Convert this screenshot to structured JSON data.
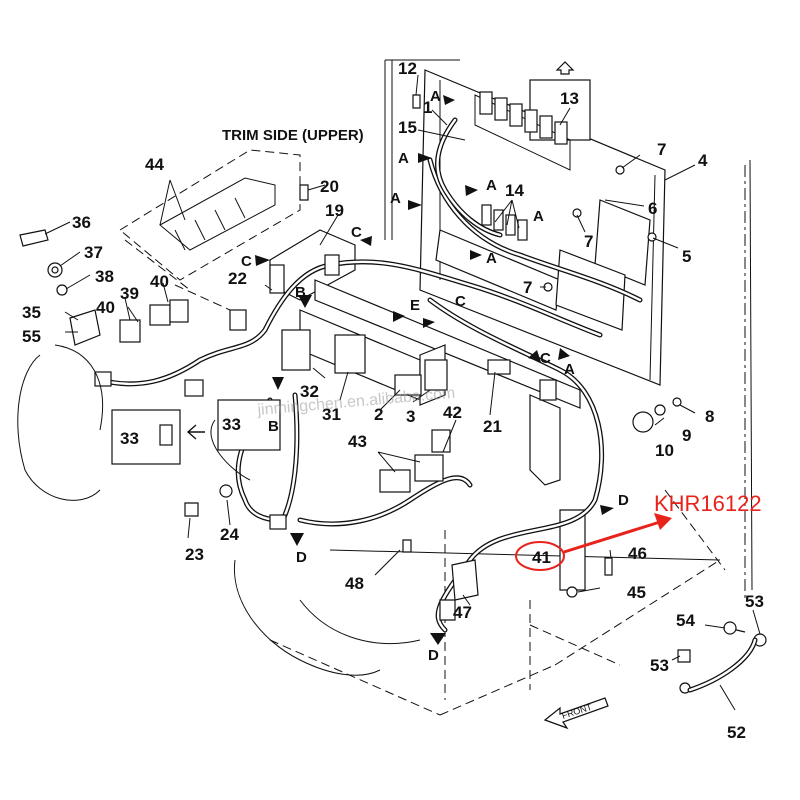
{
  "diagram": {
    "heading": "TRIM SIDE (UPPER)",
    "callouts": {
      "c1": "1",
      "c2": "2",
      "c3": "3",
      "c4": "4",
      "c5": "5",
      "c6": "6",
      "c7a": "7",
      "c7b": "7",
      "c7c": "7",
      "c8": "8",
      "c9": "9",
      "c10": "10",
      "c12": "12",
      "c13": "13",
      "c14": "14",
      "c15": "15",
      "c19": "19",
      "c20": "20",
      "c21": "21",
      "c22": "22",
      "c23": "23",
      "c24": "24",
      "c31": "31",
      "c32": "32",
      "c33a": "33",
      "c33b": "33",
      "c35": "35",
      "c36": "36",
      "c37": "37",
      "c38": "38",
      "c39": "39",
      "c40a": "40",
      "c40b": "40",
      "c41": "41",
      "c42": "42",
      "c43": "43",
      "c44": "44",
      "c45": "45",
      "c46": "46",
      "c47": "47",
      "c48": "48",
      "c52": "52",
      "c53a": "53",
      "c53b": "53",
      "c54": "54",
      "c55": "55"
    },
    "connector_letters": {
      "a1": "A",
      "a2": "A",
      "a3": "A",
      "a4": "A",
      "a5": "A",
      "a6": "A",
      "a7": "A",
      "b1": "B",
      "b2": "B",
      "cc1": "C",
      "cc2": "C",
      "cc3": "C",
      "cc4": "C",
      "d1": "D",
      "d2": "D",
      "d3": "D",
      "e1": "E"
    },
    "part_number": "KHR16122",
    "front_label": "FRONT",
    "watermark": "jinmingchen.en.alibaba.com",
    "accent_color": "#e8231b"
  }
}
